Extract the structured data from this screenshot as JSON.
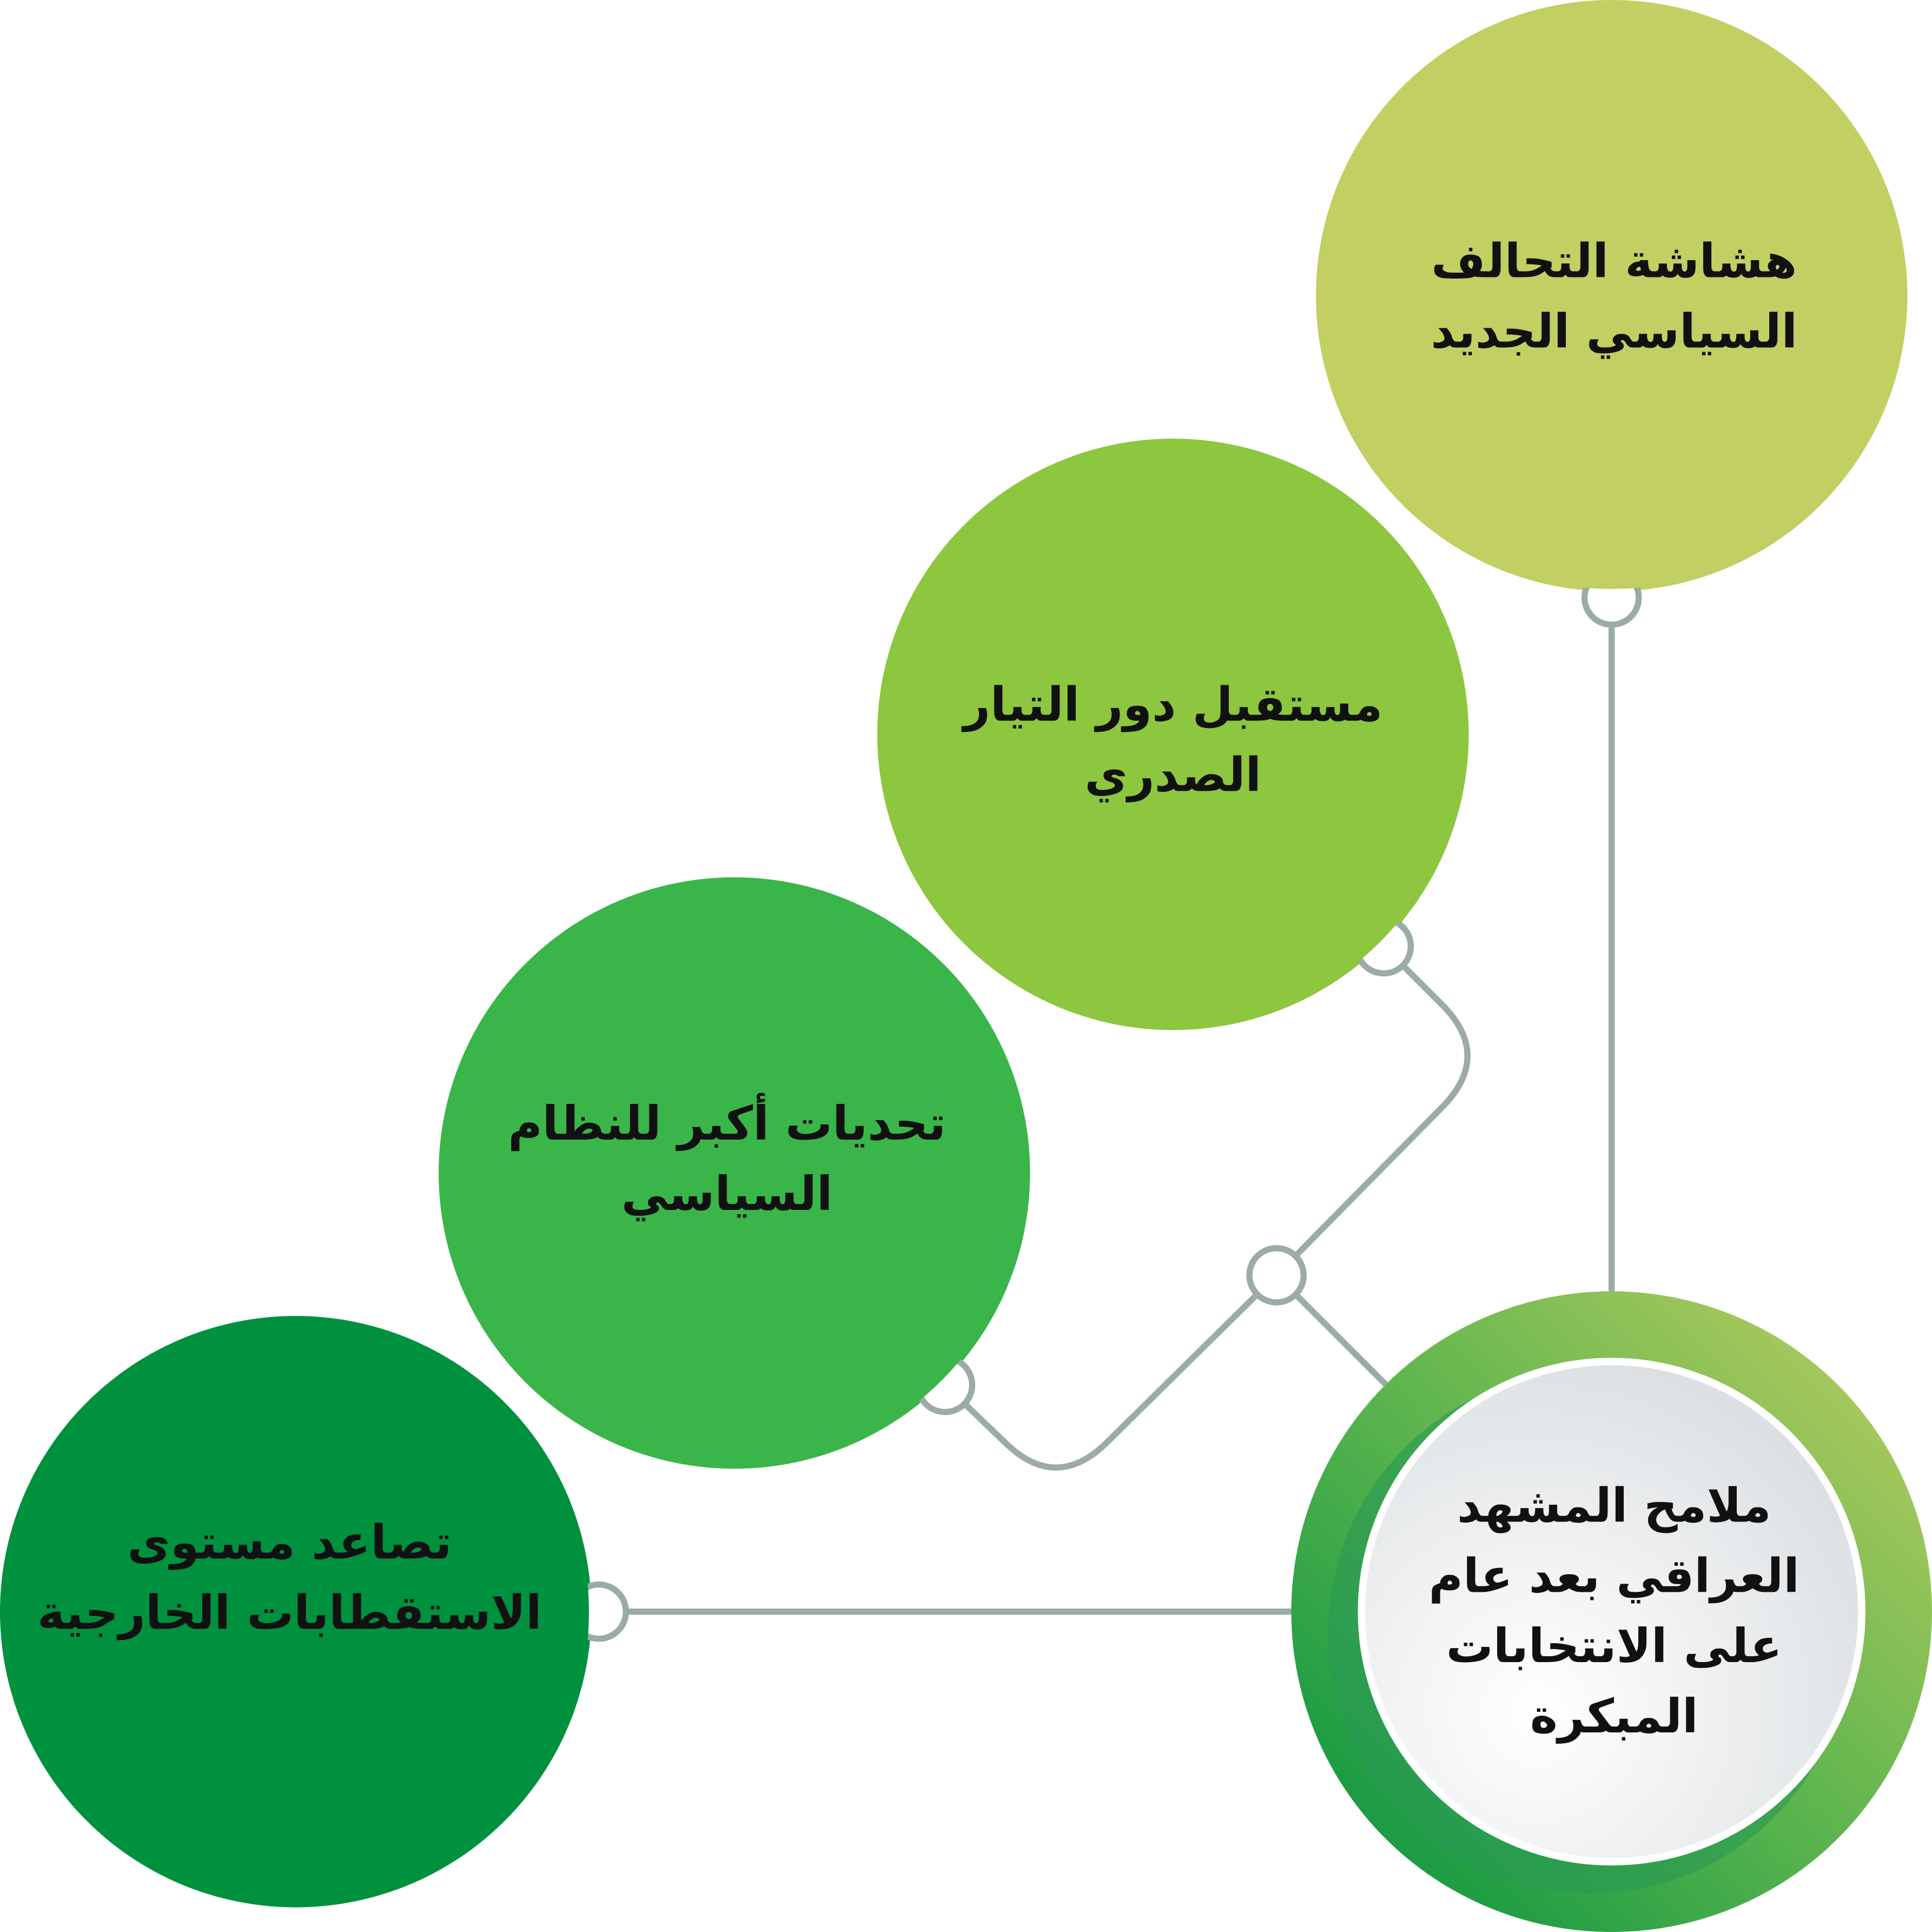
{
  "colors": {
    "node1": "#C2CF62",
    "node2": "#8DC63F",
    "node3": "#3AB54A",
    "node4": "#00913F",
    "connector": "#9AABA8"
  },
  "center": {
    "lines": [
      "ملامح المشهد",
      "العراقي بعد عام",
      "على الانتخابات",
      "المبكرة"
    ]
  },
  "nodes": [
    {
      "lines": [
        "هشاشة التحالف",
        "السياسي الجديد"
      ]
    },
    {
      "lines": [
        "مستقبل دور التيار",
        "الصدري"
      ]
    },
    {
      "lines": [
        "تحديات أكبر للنظام",
        "السياسي"
      ]
    },
    {
      "lines": [
        "تصاعد مستوى",
        "الاستقطابات الخارجية"
      ]
    }
  ]
}
